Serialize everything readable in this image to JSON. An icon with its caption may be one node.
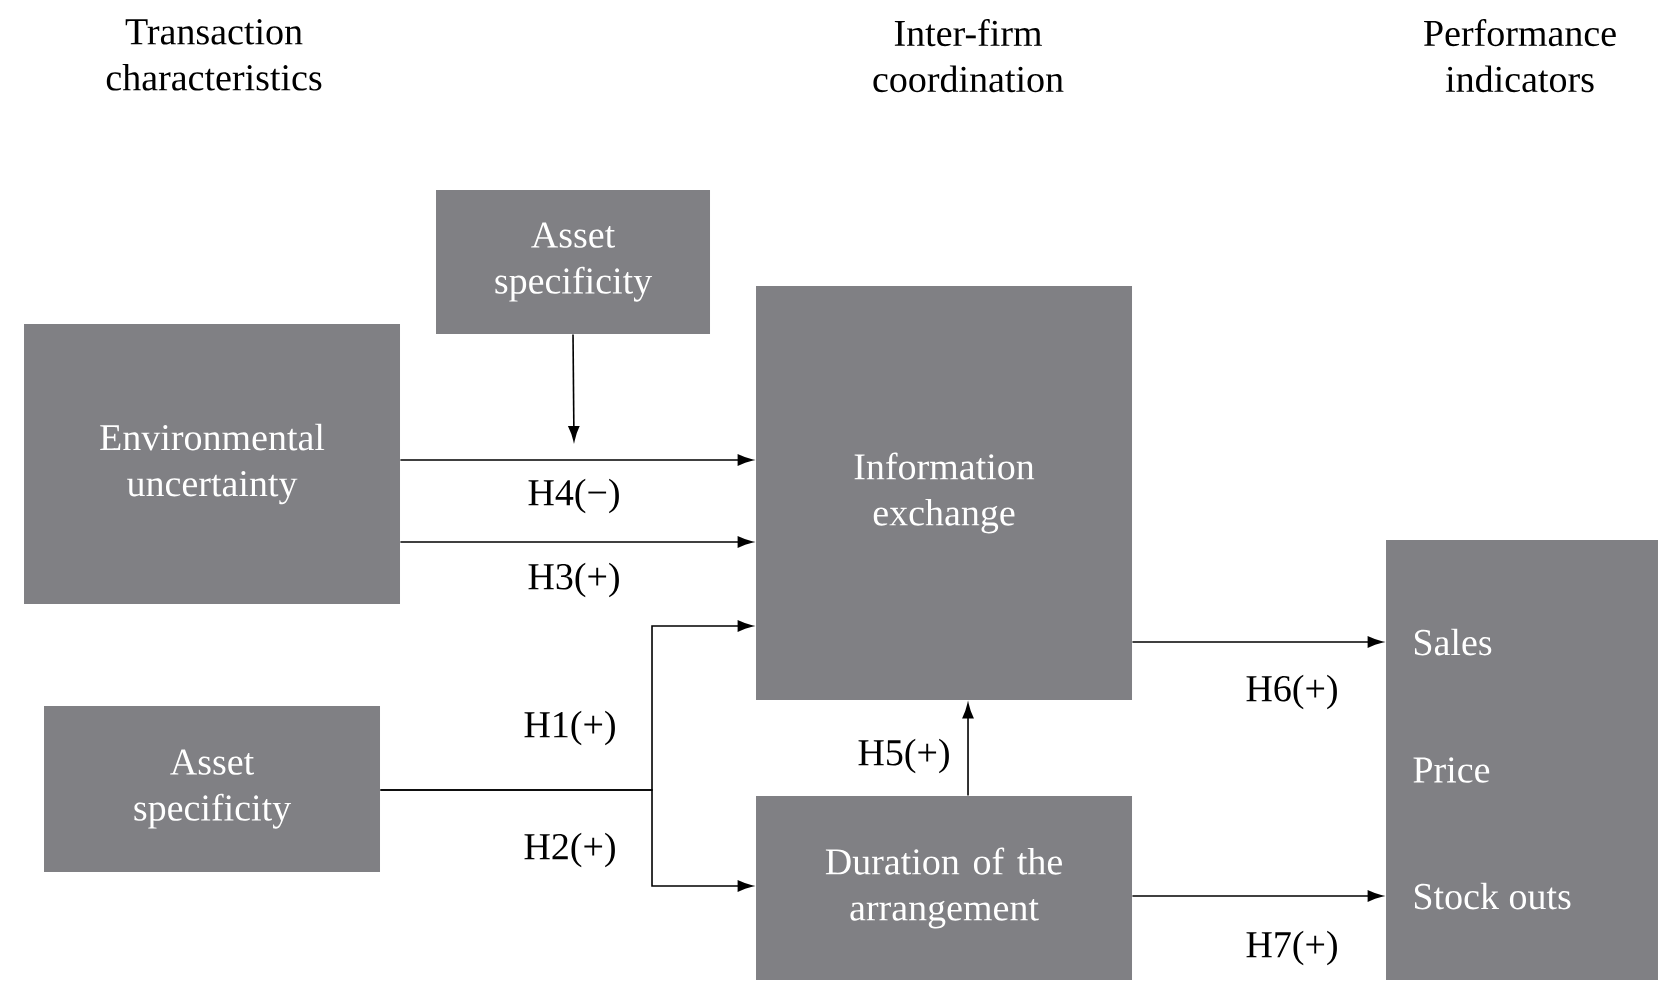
{
  "diagram": {
    "nodes": [
      {
        "text": [
          "Asset specificity"
        ]
      },
      {
        "text": [
          "Environmental uncertainty"
        ]
      },
      {
        "text": [
          "Information exchange"
        ]
      },
      {
        "text": [
          "Asset specificity"
        ]
      },
      {
        "text": [
          "Duration of the arrangement"
        ]
      },
      {
        "text": [
          "Sales",
          "Price",
          "Stock outs"
        ]
      }
    ],
    "edges": [
      {
        "from": 1,
        "to": 2,
        "arrow": "to",
        "label": "H4(−)"
      },
      {
        "from": 0,
        "to": null,
        "arrow": "to"
      },
      {
        "from": 1,
        "to": 2,
        "arrow": "to",
        "label": "H3(+)"
      },
      {
        "from": 3,
        "to": 2,
        "arrow": "to",
        "label": "H1(+)"
      },
      {
        "from": 3,
        "to": 4,
        "arrow": "to",
        "label": "H2(+)"
      },
      {
        "from": 4,
        "to": 2,
        "arrow": "to",
        "label": "H5(+)"
      },
      {
        "from": 2,
        "to": 5,
        "arrow": "to",
        "label": "H6(+)"
      },
      {
        "from": 4,
        "to": 5,
        "arrow": "to",
        "label": "H7(+)"
      }
    ],
    "labels": [
      "Transaction characteristics",
      "Inter-firm coordination",
      "Performance indicators"
    ]
  }
}
